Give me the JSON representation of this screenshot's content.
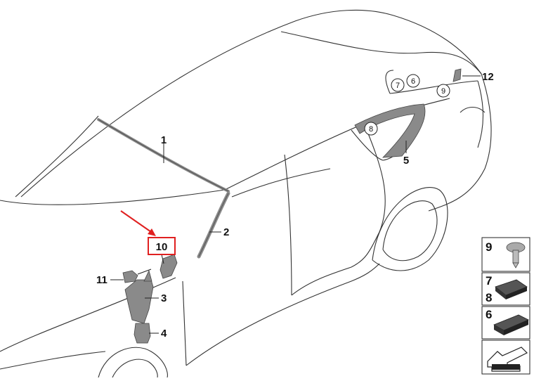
{
  "diagram": {
    "callouts": [
      {
        "id": "1",
        "label": "1"
      },
      {
        "id": "2",
        "label": "2"
      },
      {
        "id": "3",
        "label": "3"
      },
      {
        "id": "4",
        "label": "4"
      },
      {
        "id": "5",
        "label": "5"
      },
      {
        "id": "11",
        "label": "11"
      },
      {
        "id": "12",
        "label": "12"
      }
    ],
    "circled_labels": [
      "7",
      "6",
      "9",
      "8"
    ],
    "highlighted_part": {
      "label": "10",
      "highlight_color": "#e02020"
    },
    "legend_panel": {
      "boxes": [
        {
          "labels": [
            "9"
          ],
          "icon": "screw-icon"
        },
        {
          "labels": [
            "7",
            "8"
          ],
          "icon": "pad-icon"
        },
        {
          "labels": [
            "6"
          ],
          "icon": "pad-long-icon"
        },
        {
          "labels": [],
          "icon": "bracket-outline-icon"
        }
      ]
    },
    "colors": {
      "line": "#333333",
      "part_fill": "#8a8a8a",
      "arrow": "#e02020"
    }
  }
}
